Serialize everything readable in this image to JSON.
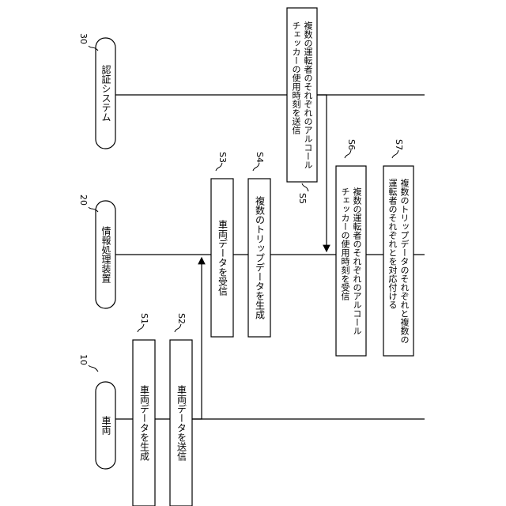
{
  "lanes": {
    "auth": {
      "label": "認証システム",
      "ref": "30"
    },
    "info": {
      "label": "情報処理装置",
      "ref": "20"
    },
    "vehicle": {
      "label": "車両",
      "ref": "10"
    }
  },
  "steps": {
    "s1": {
      "ref": "S1",
      "text": "車両データを生成"
    },
    "s2": {
      "ref": "S2",
      "text": "車両データを送信"
    },
    "s3": {
      "ref": "S3",
      "text": "車両データを受信"
    },
    "s4": {
      "ref": "S4",
      "text": "複数のトリップデータを生成"
    },
    "s5": {
      "ref": "S5",
      "text": "複数の運転者のそれぞれのアルコール\nチェッカーの使用時刻を送信"
    },
    "s6": {
      "ref": "S6",
      "text": "複数の運転者のそれぞれのアルコール\nチェッカーの使用時刻を受信"
    },
    "s7": {
      "ref": "S7",
      "text": "複数のトリップデータのそれぞれと複数の\n運転者のそれぞれとを対応付ける"
    }
  }
}
